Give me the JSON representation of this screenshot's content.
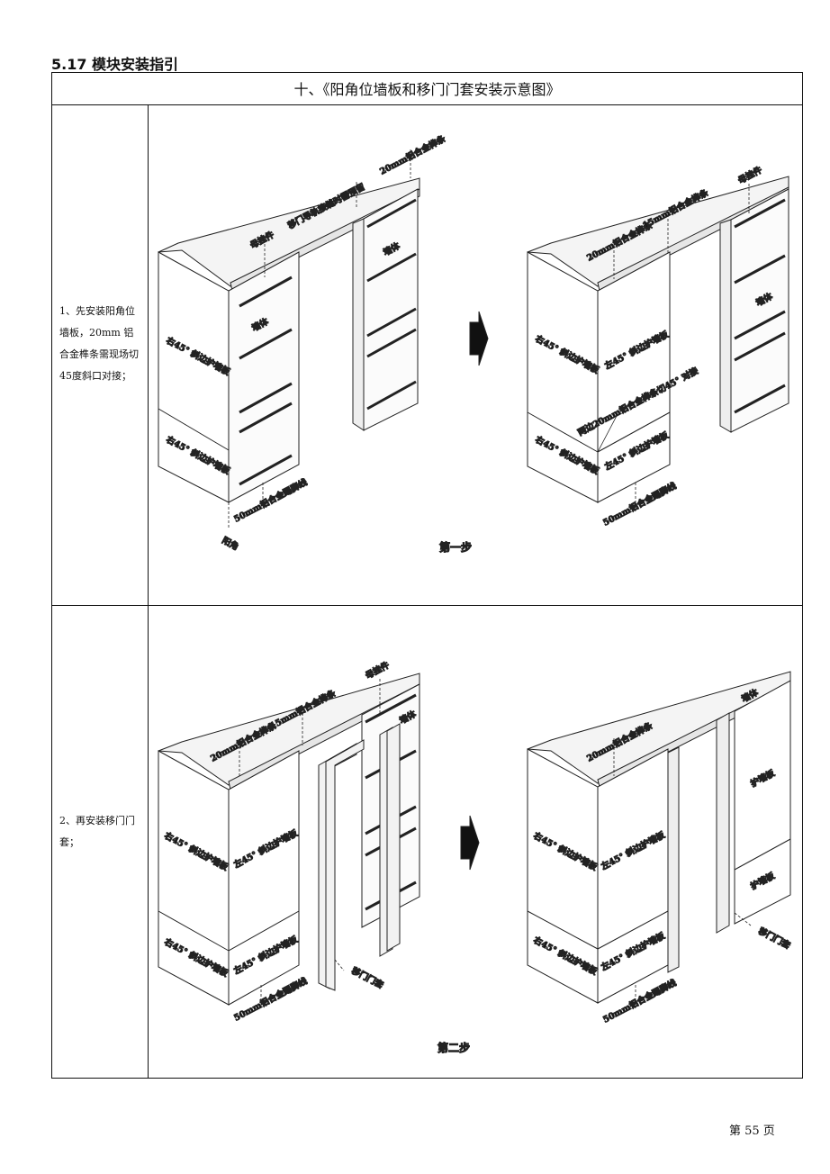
{
  "section": {
    "title": "5.17 模块安装指引"
  },
  "table": {
    "title": "十、《阳角位墙板和移门门套安装示意图》"
  },
  "steps": [
    {
      "description": "1、先安装阳角位墙板，20mm 铝合金榫条需现场切45度斜口对接；",
      "caption": "第一步",
      "labels": {
        "rail_top": "20mm铝合金榫条",
        "track_reserve": "移门导轨接缝时需预留",
        "connector_a": "母挂件",
        "wall_a": "墙体",
        "wall_b": "墙体",
        "panel_right45_a": "右45° 斜边护墙板",
        "panel_right45_b": "右45° 斜边护墙板",
        "skirting_a": "50mm铝合金踢脚线",
        "outer_corner": "阳角",
        "connector_b": "母挂件",
        "rail_20": "20mm铝合金榫条",
        "rail_15": "15mm铝合金榫条",
        "wall_c": "墙体",
        "panel_right45_c": "右45° 斜边护墙板",
        "panel_left45_a": "左45° 斜边护墙板",
        "miter_note": "两边20mm铝合金榫条切45° 对接",
        "panel_right45_d": "右45° 斜边护墙板",
        "panel_left45_b": "左45° 斜边护墙板",
        "skirting_b": "50mm铝合金踢脚线"
      }
    },
    {
      "description": "2、再安装移门门套；",
      "caption": "第二步",
      "labels": {
        "connector": "母挂件",
        "rail_15": "15mm铝合金榫条",
        "rail_20": "20mm铝合金榫条",
        "wall": "墙体",
        "panel_right45_a": "右45° 斜边护墙板",
        "panel_left45_a": "左45° 斜边护墙板",
        "panel_right45_b": "右45° 斜边护墙板",
        "panel_left45_b": "左45° 斜边护墙板",
        "skirting_a": "50mm铝合金踢脚线",
        "door_frame": "移门门套",
        "rail_20_b": "20mm铝合金榫条",
        "wall_b": "墙体",
        "wall_panel_a": "护墙板",
        "wall_panel_b": "护墙板",
        "panel_right45_c": "右45° 斜边护墙板",
        "panel_left45_c": "左45° 斜边护墙板",
        "panel_right45_d": "右45° 斜边护墙板",
        "panel_left45_d": "左45° 斜边护墙板",
        "skirting_b": "50mm铝合金踢脚线",
        "door_frame_b": "移门门套"
      }
    }
  ],
  "footer": {
    "page": "第 55 页"
  }
}
